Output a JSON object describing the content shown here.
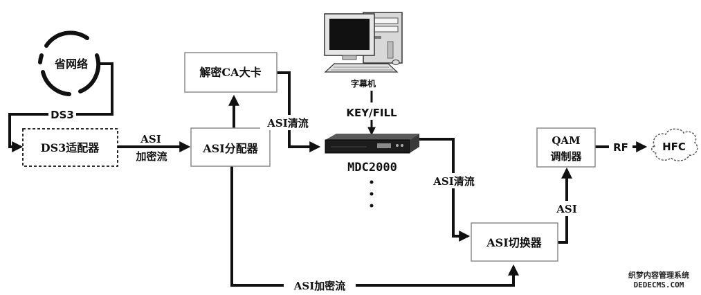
{
  "nodes": {
    "province_network": "省网络",
    "ds3_adapter": "DS3适配器",
    "asi_splitter": "ASI分配器",
    "ca_card": "解密CA大卡",
    "subtitle_pc": "字幕机",
    "mdc": "MDC2000",
    "qam_line1": "QAM",
    "qam_line2": "调制器",
    "asi_switch": "ASI切换器",
    "hfc": "HFC"
  },
  "edges": {
    "ds3": "DS3",
    "asi_encrypted_top": "ASI",
    "asi_encrypted_bottom": "加密流",
    "asi_clear_left": "ASI清流",
    "key_fill": "KEY/FILL",
    "asi_clear_right": "ASI清流",
    "asi_up": "ASI",
    "rf": "RF",
    "asi_encrypted_long": "ASI加密流"
  },
  "watermark": {
    "line1": "织梦内容管理系统",
    "line2": "DEDECMS.COM"
  },
  "colors": {
    "ink": "#111111",
    "box_border": "#8a8a8a",
    "background": "#ffffff"
  }
}
